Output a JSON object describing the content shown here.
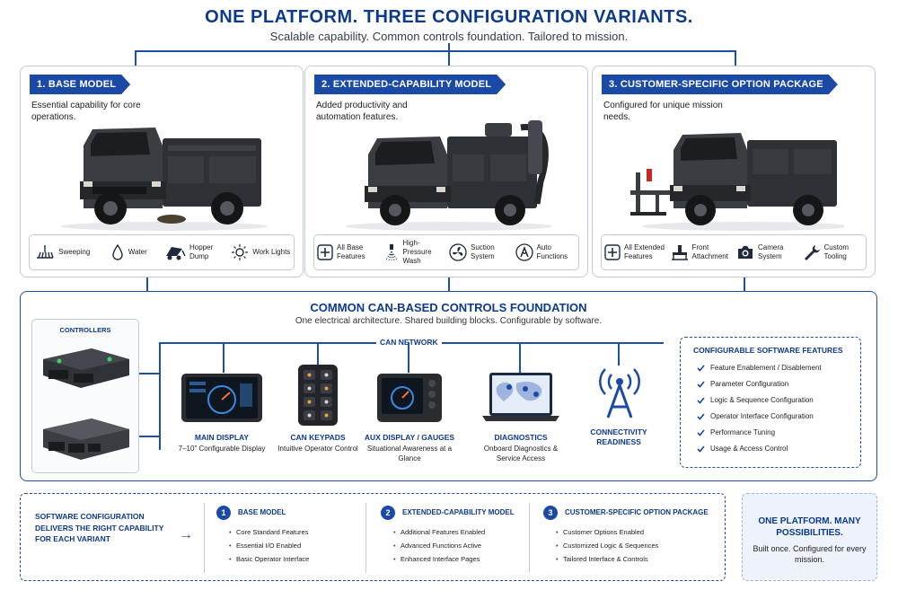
{
  "header": {
    "title": "ONE PLATFORM. THREE CONFIGURATION VARIANTS.",
    "subtitle": "Scalable capability. Common controls foundation. Tailored to mission."
  },
  "variants": [
    {
      "label": "1. BASE MODEL",
      "desc": "Essential capability for core operations.",
      "features": [
        {
          "icon": "sweeping-icon",
          "label": "Sweeping"
        },
        {
          "icon": "water-drop-icon",
          "label": "Water"
        },
        {
          "icon": "hopper-dump-icon",
          "label": "Hopper Dump"
        },
        {
          "icon": "work-light-icon",
          "label": "Work Lights"
        }
      ]
    },
    {
      "label": "2. EXTENDED-CAPABILITY MODEL",
      "desc": "Added productivity and automation features.",
      "features": [
        {
          "icon": "plus-box-icon",
          "label": "All Base Features"
        },
        {
          "icon": "spray-nozzle-icon",
          "label": "High-Pressure Wash"
        },
        {
          "icon": "fan-icon",
          "label": "Suction System"
        },
        {
          "icon": "auto-a-icon",
          "label": "Auto Functions"
        }
      ]
    },
    {
      "label": "3. CUSTOMER-SPECIFIC OPTION PACKAGE",
      "desc": "Configured for unique mission needs.",
      "features": [
        {
          "icon": "plus-box-icon",
          "label": "All Extended Features"
        },
        {
          "icon": "front-attachment-icon",
          "label": "Front Attachment"
        },
        {
          "icon": "camera-icon",
          "label": "Camera System"
        },
        {
          "icon": "wrench-icon",
          "label": "Custom Tooling"
        }
      ]
    }
  ],
  "controls": {
    "title": "COMMON CAN-BASED CONTROLS FOUNDATION",
    "subtitle": "One electrical architecture. Shared building blocks. Configurable by software.",
    "controllers_label": "CONTROLLERS",
    "network_label": "CAN NETWORK",
    "components": [
      {
        "title": "MAIN DISPLAY",
        "sub": "7–10\" Configurable Display"
      },
      {
        "title": "CAN KEYPADS",
        "sub": "Intuitive Operator Control"
      },
      {
        "title": "AUX DISPLAY / GAUGES",
        "sub": "Situational Awareness at a Glance"
      },
      {
        "title": "DIAGNOSTICS",
        "sub": "Onboard Diagnostics & Service Access"
      },
      {
        "title": "CONNECTIVITY READINESS",
        "sub": ""
      }
    ],
    "software": {
      "title": "CONFIGURABLE SOFTWARE FEATURES",
      "items": [
        "Feature Enablement / Disablement",
        "Parameter Configuration",
        "Logic & Sequence Configuration",
        "Operator Interface Configuration",
        "Performance Tuning",
        "Usage & Access Control"
      ]
    }
  },
  "bottom": {
    "lead": "SOFTWARE CONFIGURATION DELIVERS THE RIGHT CAPABILITY FOR EACH VARIANT",
    "columns": [
      {
        "num": "1",
        "title": "BASE MODEL",
        "items": [
          "Core Standard Features",
          "Essential I/O Enabled",
          "Basic Operator Interface"
        ]
      },
      {
        "num": "2",
        "title": "EXTENDED-CAPABILITY MODEL",
        "items": [
          "Additional Features Enabled",
          "Advanced Functions Active",
          "Enhanced Interface Pages"
        ]
      },
      {
        "num": "3",
        "title": "CUSTOMER-SPECIFIC OPTION PACKAGE",
        "items": [
          "Customer Options Enabled",
          "Customized Logic & Sequences",
          "Tailored Interface & Controls"
        ]
      }
    ],
    "callout": {
      "title": "ONE PLATFORM. MANY POSSIBILITIES.",
      "sub": "Built once. Configured for every mission."
    }
  },
  "colors": {
    "brand_blue": "#1b4aa6",
    "title_navy": "#0d3a8c",
    "led_green": "#3fd06a"
  }
}
